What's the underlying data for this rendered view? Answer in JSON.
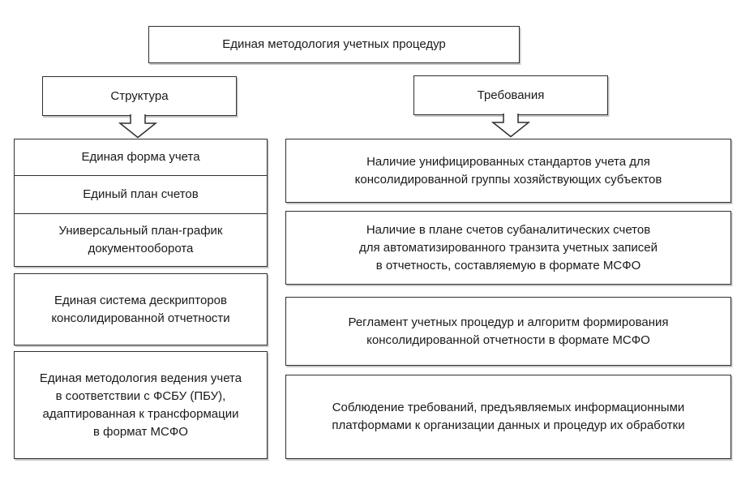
{
  "colors": {
    "border": "#2f2f2f",
    "background": "#ffffff",
    "text": "#1a1a1a"
  },
  "icons": {
    "branch_arrow": "down-block-arrow"
  },
  "diagram": {
    "title": "Единая методология учетных процедур",
    "structure": {
      "header": "Структура",
      "stack": [
        "Единая форма учета",
        "Единый план счетов",
        "Универсальный план-график\nдокументооборота"
      ],
      "boxes": [
        "Единая система дескрипторов\nконсолидированной отчетности",
        "Единая методология ведения учета\nв соответствии с ФСБУ (ПБУ),\nадаптированная к трансформации\nв формат МСФО"
      ]
    },
    "requirements": {
      "header": "Требования",
      "boxes": [
        "Наличие унифицированных стандартов учета для\nконсолидированной группы хозяйствующих субъектов",
        "Наличие в плане счетов субаналитических счетов\nдля автоматизированного транзита учетных записей\nв отчетность, составляемую в формате МСФО",
        "Регламент учетных процедур и алгоритм формирования\nконсолидированной отчетности в формате МСФО",
        "Соблюдение требований, предъявляемых информационными\nплатформами к организации данных и процедур их обработки"
      ]
    }
  }
}
